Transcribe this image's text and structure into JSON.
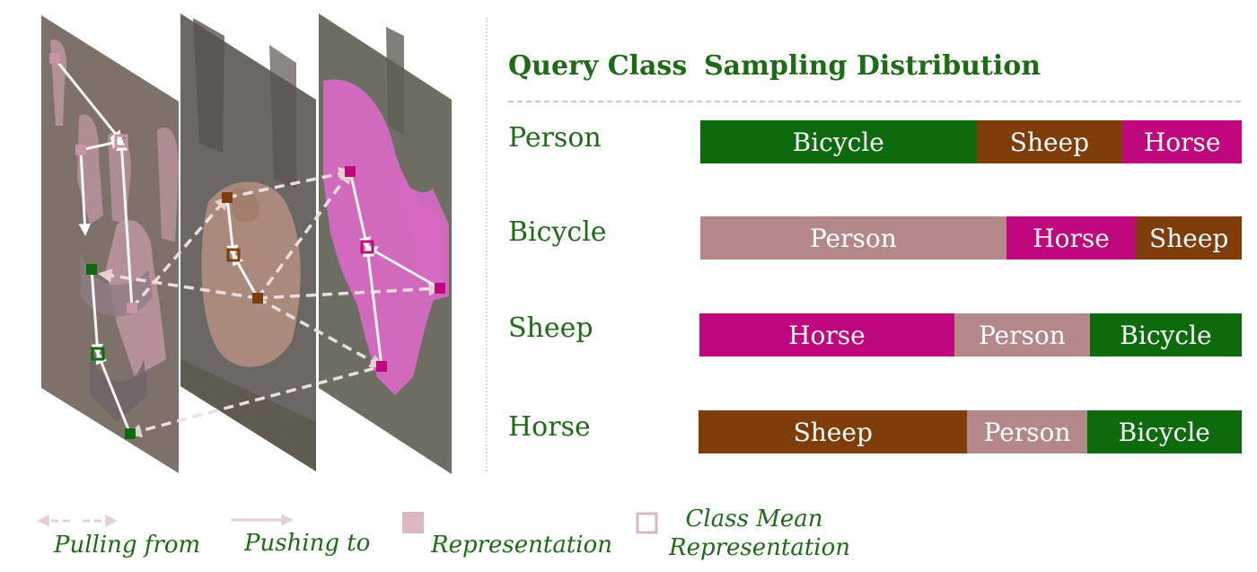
{
  "headers": {
    "query_class": "Query Class",
    "sampling_distribution": "Sampling Distribution"
  },
  "colors": {
    "Person": "#b48888",
    "Bicycle": "#0d6b0d",
    "Sheep": "#7e3d0b",
    "Horse": "#c0087e",
    "text_green": "#1e6b16"
  },
  "rows": [
    {
      "query": "Person",
      "segments": [
        {
          "label": "Bicycle",
          "fraction": 0.51
        },
        {
          "label": "Sheep",
          "fraction": 0.27
        },
        {
          "label": "Horse",
          "fraction": 0.22
        }
      ]
    },
    {
      "query": "Bicycle",
      "segments": [
        {
          "label": "Person",
          "fraction": 0.565
        },
        {
          "label": "Horse",
          "fraction": 0.24
        },
        {
          "label": "Sheep",
          "fraction": 0.195
        }
      ]
    },
    {
      "query": "Sheep",
      "segments": [
        {
          "label": "Horse",
          "fraction": 0.47
        },
        {
          "label": "Person",
          "fraction": 0.25
        },
        {
          "label": "Bicycle",
          "fraction": 0.28
        }
      ]
    },
    {
      "query": "Horse",
      "segments": [
        {
          "label": "Sheep",
          "fraction": 0.495
        },
        {
          "label": "Person",
          "fraction": 0.22
        },
        {
          "label": "Bicycle",
          "fraction": 0.285
        }
      ]
    }
  ],
  "legend": {
    "pulling_from": "Pulling from",
    "pushing_to": "Pushing to",
    "representation": "Representation",
    "class_mean_line1": "Class Mean",
    "class_mean_line2": "Representation"
  }
}
